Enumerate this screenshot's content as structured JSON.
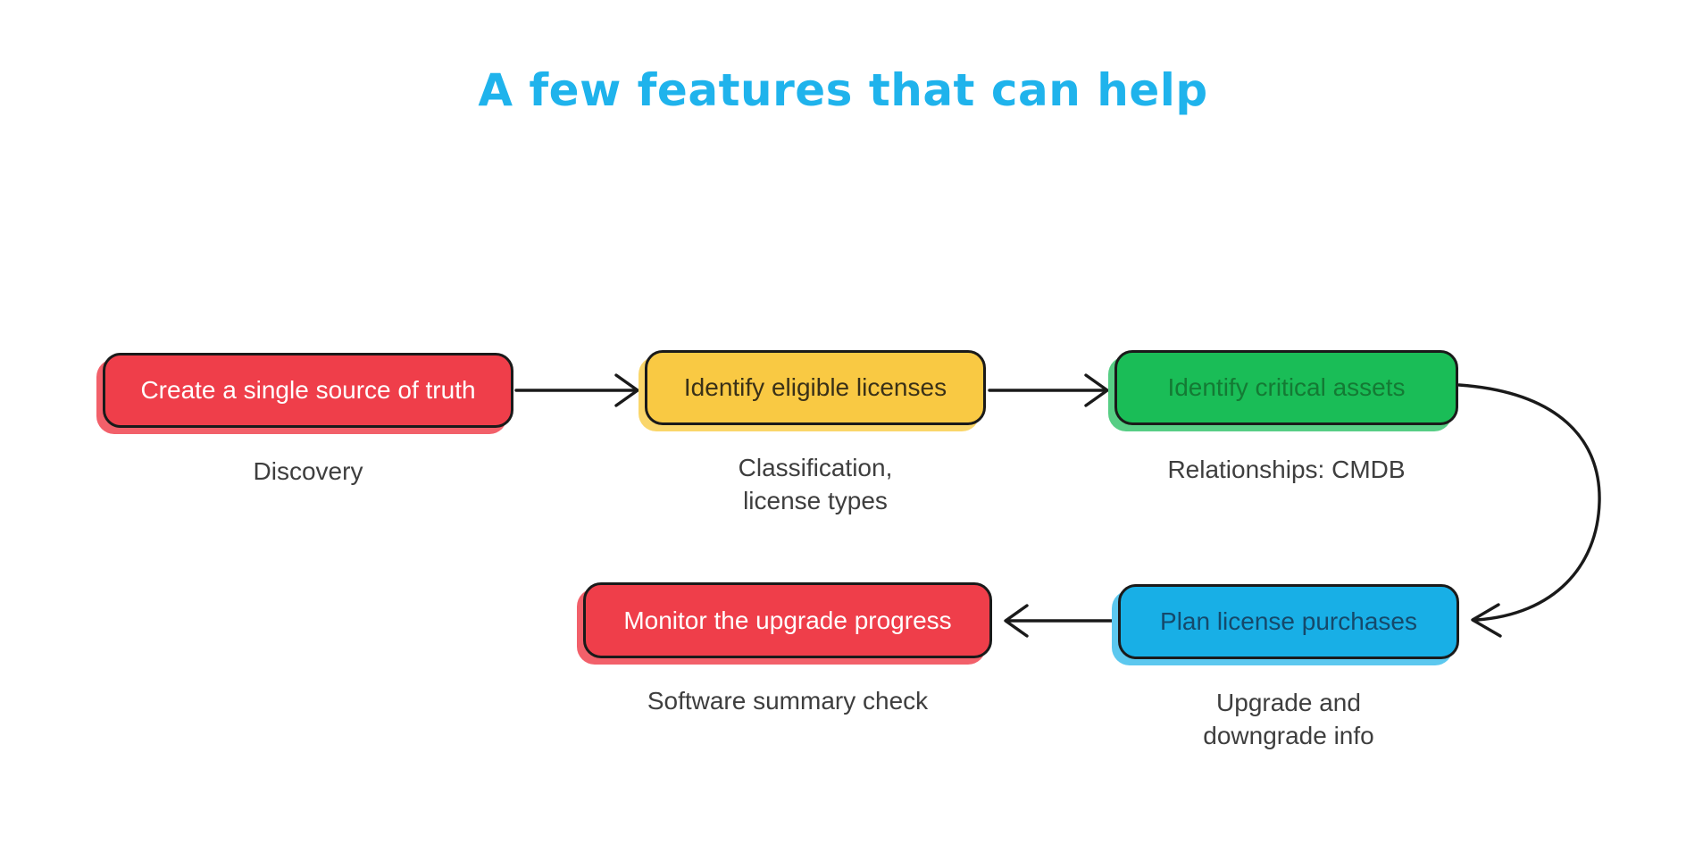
{
  "title": {
    "text": "A few features that can help",
    "color": "#1FB3EC"
  },
  "arrow_color": "#1A1A1A",
  "caption_color": "#3E3E3E",
  "background_color": "#FFFFFF",
  "nodes": [
    {
      "id": "create-single-source-of-truth",
      "label": "Create a single source of truth",
      "caption_lines": [
        "Discovery"
      ],
      "fill": "#EF3E4A",
      "shadow": "#F2606A",
      "text_color": "#FFFFFF"
    },
    {
      "id": "identify-eligible-licenses",
      "label": "Identify eligible licenses",
      "caption_lines": [
        "Classification,",
        "license types"
      ],
      "fill": "#F9C943",
      "shadow": "#FAD66A",
      "text_color": "#3A3118"
    },
    {
      "id": "identify-critical-assets",
      "label": "Identify critical assets",
      "caption_lines": [
        "Relationships: CMDB"
      ],
      "fill": "#1ABD57",
      "shadow": "#57CE85",
      "text_color": "#147A34"
    },
    {
      "id": "plan-license-purchases",
      "label": "Plan license purchases",
      "caption_lines": [
        "Upgrade and",
        "downgrade info"
      ],
      "fill": "#18AFE6",
      "shadow": "#5CC8EF",
      "text_color": "#15496B"
    },
    {
      "id": "monitor-upgrade-progress",
      "label": "Monitor the upgrade progress",
      "caption_lines": [
        "Software summary check"
      ],
      "fill": "#EF3E4A",
      "shadow": "#F2606A",
      "text_color": "#FFFFFF"
    }
  ],
  "connections": [
    {
      "from": "create-single-source-of-truth",
      "to": "identify-eligible-licenses",
      "style": "straight-right"
    },
    {
      "from": "identify-eligible-licenses",
      "to": "identify-critical-assets",
      "style": "straight-right"
    },
    {
      "from": "identify-critical-assets",
      "to": "plan-license-purchases",
      "style": "curved-right-down"
    },
    {
      "from": "plan-license-purchases",
      "to": "monitor-upgrade-progress",
      "style": "straight-left"
    }
  ]
}
